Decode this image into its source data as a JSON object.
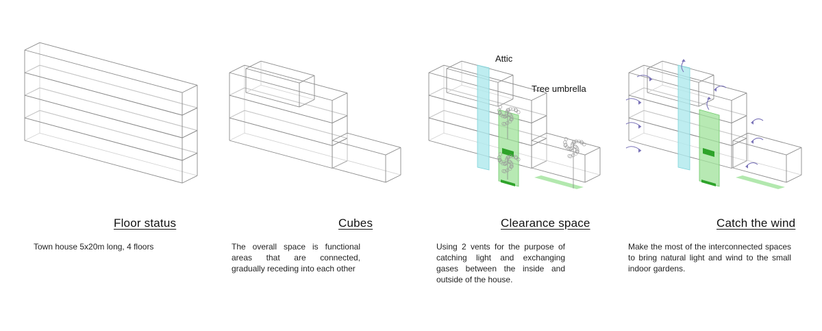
{
  "panels": [
    {
      "title": "Floor status",
      "description": "Town house 5x20m long, 4 floors"
    },
    {
      "title": "Cubes",
      "description": "The overall space is functional areas that are connected, gradually receding into each other"
    },
    {
      "title": "Clearance space",
      "description": "Using 2 vents for the purpose of catching light and exchanging gases between the inside and outside of the house."
    },
    {
      "title": "Catch the wind",
      "description": "Make the most of the interconnected spaces to bring natural light and wind to the small indoor gardens."
    }
  ],
  "labels": {
    "attic": "Attic",
    "tree_umbrella": "Tree umbrella"
  },
  "colors": {
    "line": "#8a8a8a",
    "light_line": "#cfcfcf",
    "vent_fill": "#aee9ec",
    "vent_stroke": "#7fd4da",
    "garden_fill": "#9fe29a",
    "garden_dark": "#2ea32a",
    "arrow": "#7a73b8"
  }
}
